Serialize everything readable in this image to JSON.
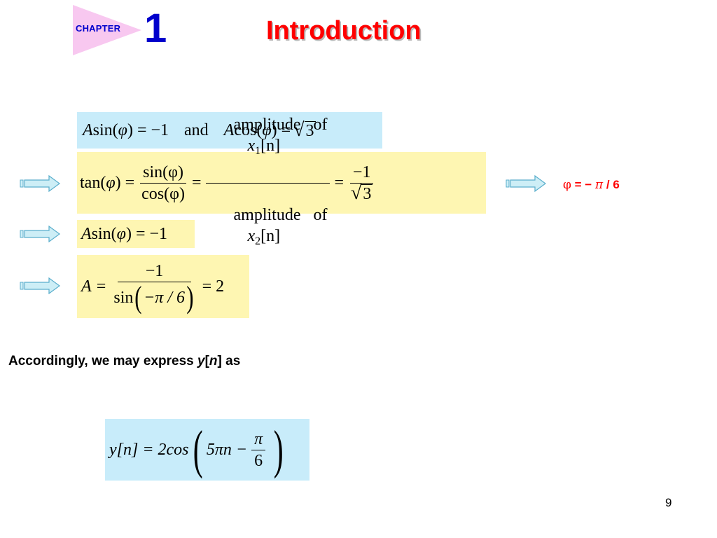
{
  "header": {
    "chapter_word": "CHAPTER",
    "chapter_number": "1",
    "title": "Introduction"
  },
  "eq1": {
    "A": "A",
    "sin": "sin(",
    "phi": "φ",
    "close_eq": ") = −1",
    "and": "and",
    "cos": "cos(",
    "close_eq2": ") =",
    "three": "3"
  },
  "eq2": {
    "lhs": "tan(",
    "phi": "φ",
    "lhs_close": ") =",
    "num1": "sin(φ)",
    "den1": "cos(φ)",
    "eq": "=",
    "num2_text": "amplitude   of",
    "num2_var": "x",
    "num2_sub": "1",
    "num2_idx": "[n]",
    "den2_text": "amplitude   of",
    "den2_var": "x",
    "den2_sub": "2",
    "den2_idx": "[n]",
    "eq_b": "=",
    "num3": "−1",
    "den3": "3"
  },
  "eq3": {
    "A": "A",
    "sin": "sin(",
    "phi": "φ",
    "close": ") = −1"
  },
  "eq4": {
    "lhs": "A =",
    "num": "−1",
    "den_sin": "sin",
    "den_arg": "−π / 6",
    "rhs": "= 2"
  },
  "phi_result": {
    "phi": "φ",
    "rest_a": " = −",
    "pi": "π",
    "rest_b": "/ 6"
  },
  "accordingly": {
    "text_a": "Accordingly, we may express ",
    "y": "y",
    "bracket_open": "[",
    "n": "n",
    "text_b": "] as"
  },
  "final": {
    "lhs": "y[n] = 2cos",
    "arg_a": "5πn −",
    "pi": "π",
    "six": "6"
  },
  "page_number": "9",
  "colors": {
    "title": "#ff0000",
    "chapter": "#0000cc",
    "tag_bg": "#f8c8f0",
    "box_blue": "#c8ecfa",
    "box_yellow": "#fef6b2",
    "arrow_fill": "#cdeef6",
    "arrow_stroke": "#5aaecc"
  }
}
